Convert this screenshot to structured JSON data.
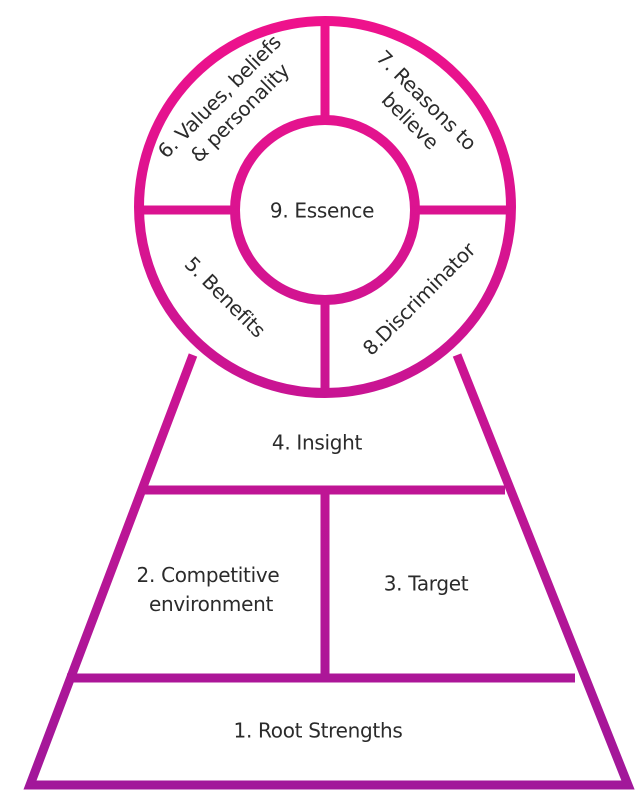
{
  "colors": {
    "top": "#f0128c",
    "bottom": "#a0179a",
    "text": "#2b2b2b",
    "background": "#ffffff"
  },
  "labels": {
    "root_strengths": "1. Root Strengths",
    "competitive_line1": "2. Competitive",
    "competitive_line2": "environment",
    "target": "3. Target",
    "insight": "4. Insight",
    "benefits": "5. Benefits",
    "values_line1": "6. Values, beliefs",
    "values_line2": "& personality",
    "reasons_line1": "7. Reasons to",
    "reasons_line2": "believe",
    "discriminator": "8.Discriminator",
    "essence": "9. Essence"
  }
}
